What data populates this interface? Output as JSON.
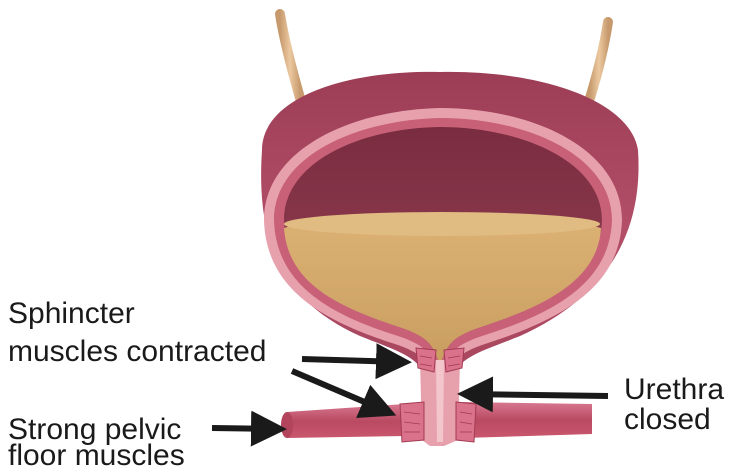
{
  "labels": {
    "sphincter_line1": "Sphincter",
    "sphincter_line2": "muscles contracted",
    "pelvic_line1": "Strong pelvic",
    "pelvic_line2": "floor muscles",
    "urethra_line1": "Urethra",
    "urethra_line2": "closed"
  },
  "colors": {
    "bladder_wall": "#a8465e",
    "bladder_wall_dark": "#7e2b44",
    "bladder_lining": "#e8a3ad",
    "bladder_inner_cavity": "#8b3a4d",
    "urine": "#d3a86a",
    "ureter": "#d9b48a",
    "pelvic_muscle": "#c9566d",
    "sphincter_muscle": "#d9728a",
    "arrow": "#1a1a1a"
  }
}
